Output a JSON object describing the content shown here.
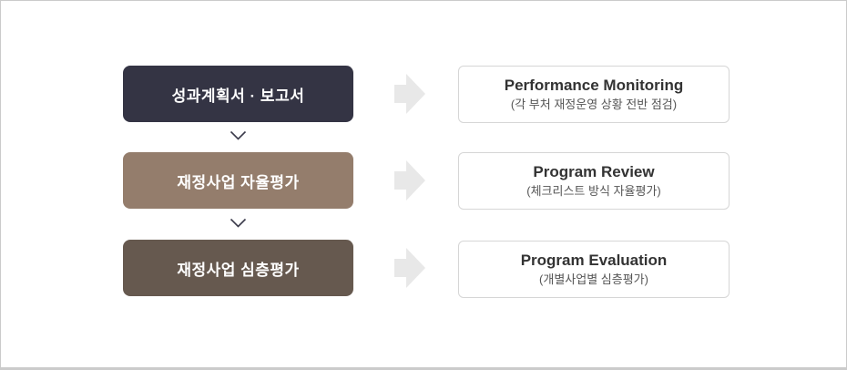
{
  "panel": {
    "background": "#ffffff",
    "border_color": "#cbcbcb"
  },
  "flow": {
    "rows": [
      {
        "stage": {
          "label": "성과계획서 · 보고서",
          "bg_color": "#343444"
        },
        "result": {
          "title": "Performance Monitoring",
          "subtitle": "(각 부처 재정운영 상황 전반 점검)"
        }
      },
      {
        "stage": {
          "label": "재정사업 자율평가",
          "bg_color": "#947D6C"
        },
        "result": {
          "title": "Program Review",
          "subtitle": "(체크리스트 방식 자율평가)"
        }
      },
      {
        "stage": {
          "label": "재정사업 심층평가",
          "bg_color": "#66594F"
        },
        "result": {
          "title": "Program Evaluation",
          "subtitle": "(개별사업별 심층평가)"
        }
      }
    ],
    "icons": {
      "flow_arrow": "right-block-arrow",
      "between_stages": "chevron-down"
    },
    "colors": {
      "arrow": "#e8e8e8",
      "chevron": "#3a3a4a",
      "result_border": "#d6d6d6",
      "title_text": "#333333",
      "subtitle_text": "#555555"
    }
  }
}
